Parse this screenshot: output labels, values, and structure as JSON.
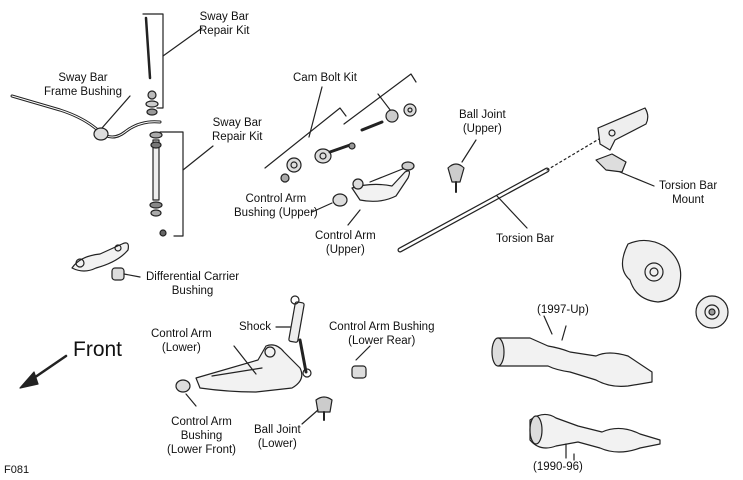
{
  "figure": {
    "code": "F081",
    "direction_label": "Front",
    "labels": {
      "sway_bar_repair_kit_top": [
        "Sway Bar",
        "Repair Kit"
      ],
      "sway_bar_frame_bushing": [
        "Sway Bar",
        "Frame Bushing"
      ],
      "sway_bar_repair_kit_mid": [
        "Sway Bar",
        "Repair Kit"
      ],
      "cam_bolt_kit": [
        "Cam Bolt Kit"
      ],
      "ball_joint_upper": [
        "Ball Joint",
        "(Upper)"
      ],
      "control_arm_bushing_upper": [
        "Control Arm",
        "Bushing (Upper)"
      ],
      "control_arm_upper": [
        "Control Arm",
        "(Upper)"
      ],
      "torsion_bar": [
        "Torsion Bar"
      ],
      "torsion_bar_mount": [
        "Torsion Bar",
        "Mount"
      ],
      "differential_carrier_bushing": [
        "Differential Carrier",
        "Bushing"
      ],
      "shock": [
        "Shock"
      ],
      "control_arm_lower": [
        "Control Arm",
        "(Lower)"
      ],
      "control_arm_bushing_lower_rear": [
        "Control Arm Bushing",
        "(Lower Rear)"
      ],
      "control_arm_bushing_lower_front": [
        "Control Arm",
        "Bushing",
        "(Lower Front)"
      ],
      "ball_joint_lower": [
        "Ball Joint",
        "(Lower)"
      ],
      "axle_1997_up": [
        "(1997-Up)"
      ],
      "axle_1990_96": [
        "(1990-96)"
      ]
    }
  }
}
